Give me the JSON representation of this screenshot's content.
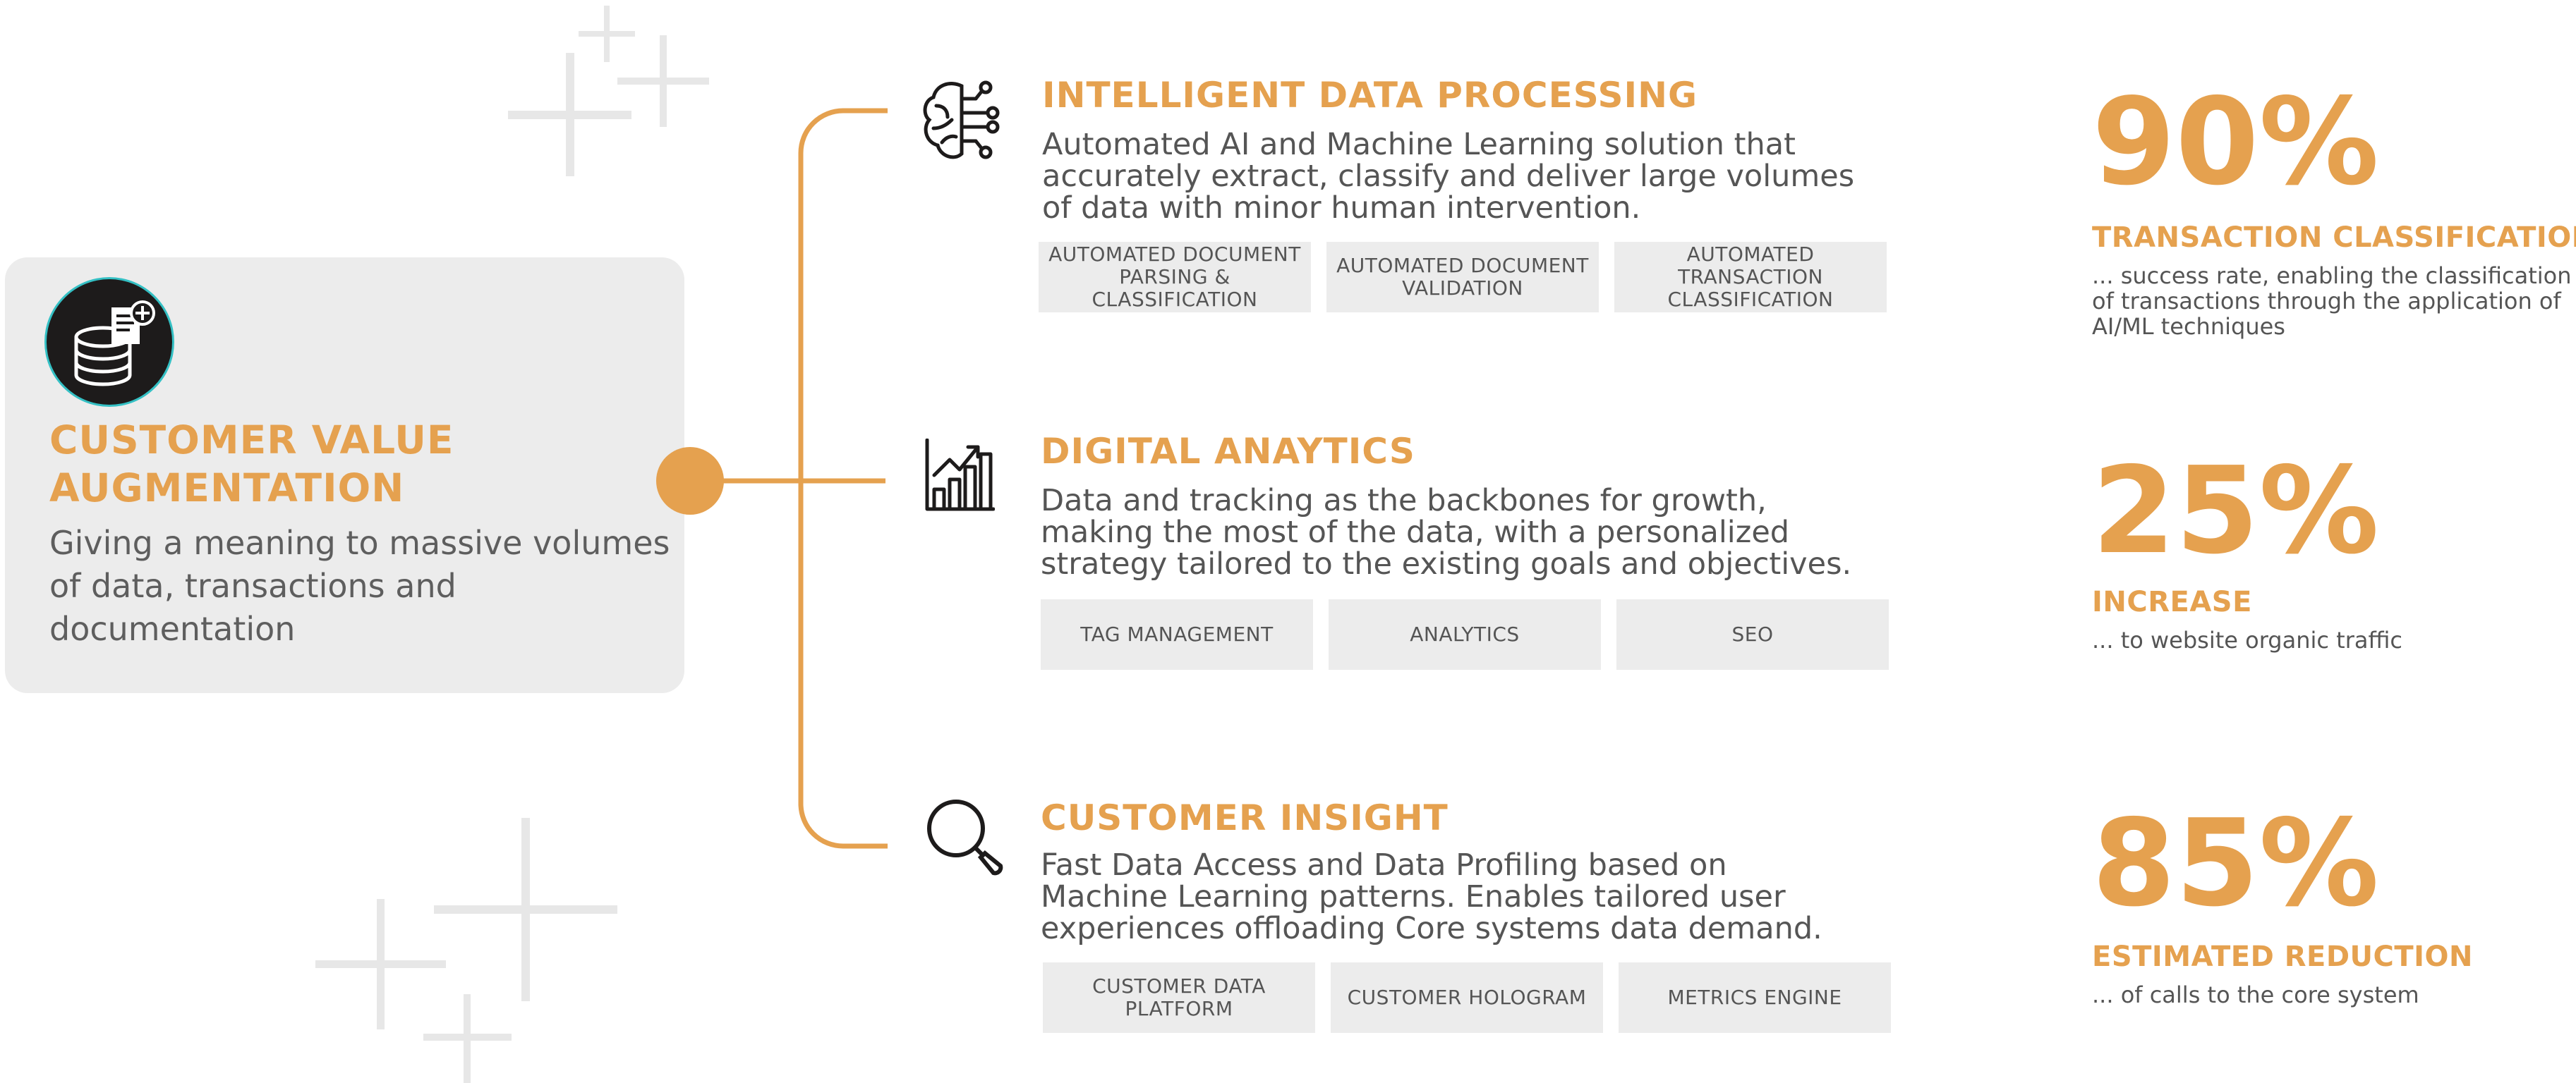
{
  "customer_value": {
    "title": "CUSTOMER VALUE\nAUGMENTATION",
    "description": "Giving a meaning to massive volumes of data, transactions and documentation",
    "icon": "database-document-add-icon"
  },
  "sections": [
    {
      "title": "INTELLIGENT DATA PROCESSING",
      "icon": "brain-circuit-icon",
      "description": "Automated AI and Machine Learning solution that accurately extract, classify and deliver large volumes of data with minor human intervention.",
      "tags": [
        "AUTOMATED DOCUMENT\nPARSING & CLASSIFICATION",
        "AUTOMATED DOCUMENT\nVALIDATION",
        "AUTOMATED TRANSACTION\nCLASSIFICATION"
      ]
    },
    {
      "title": "DIGITAL ANAYTICS",
      "icon": "bar-chart-growth-icon",
      "description": "Data and tracking as the backbones for growth, making the most of the data, with a personalized strategy tailored to the existing goals and objectives.",
      "tags": [
        "TAG MANAGEMENT",
        "ANALYTICS",
        "SEO"
      ]
    },
    {
      "title": "CUSTOMER INSIGHT",
      "icon": "magnifying-glass-icon",
      "description": "Fast Data Access and Data Profiling based on Machine Learning patterns. Enables tailored user experiences offloading Core systems data demand.",
      "tags": [
        "CUSTOMER DATA\nPLATFORM",
        "CUSTOMER HOLOGRAM",
        "METRICS ENGINE"
      ]
    }
  ],
  "stats": [
    {
      "value": "90%",
      "title": "TRANSACTION CLASSIFICATION",
      "description": "... success rate, enabling the classification\nof transactions through the application of\nAI/ML techniques"
    },
    {
      "value": "25%",
      "title": "INCREASE",
      "description": "... to website organic traffic"
    },
    {
      "value": "85%",
      "title": "ESTIMATED REDUCTION",
      "description": "... of calls to the core system"
    }
  ],
  "colors": {
    "accent": "#e5a14f",
    "card": "#ececec",
    "text": "#555555",
    "icon_dark": "#1d1b1b"
  }
}
